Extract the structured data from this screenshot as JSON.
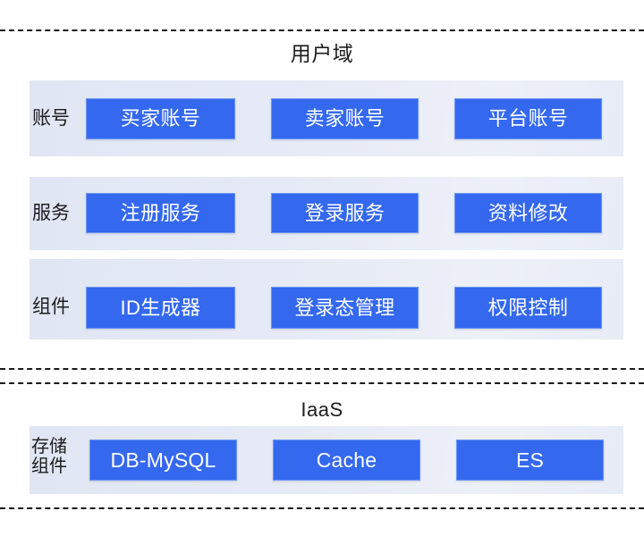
{
  "diagram": {
    "background_color": "#ffffff",
    "box_color": "#3468ef",
    "box_border_color": "#6e95f4",
    "band_color": "#e6eaf6",
    "divider_color": "#1a1a1a",
    "text_color": "#1c1c1c",
    "box_text_color": "#ffffff"
  },
  "zones": [
    {
      "title": "用户域",
      "rows": [
        {
          "label": "账号",
          "boxes": [
            {
              "label": "买家账号"
            },
            {
              "label": "卖家账号"
            },
            {
              "label": "平台账号"
            }
          ]
        },
        {
          "label": "服务",
          "boxes": [
            {
              "label": "注册服务"
            },
            {
              "label": "登录服务"
            },
            {
              "label": "资料修改"
            }
          ]
        },
        {
          "label": "组件",
          "boxes": [
            {
              "label": "ID生成器"
            },
            {
              "label": "登录态管理"
            },
            {
              "label": "权限控制"
            }
          ]
        }
      ]
    },
    {
      "title": "IaaS",
      "rows": [
        {
          "label_line_1": "存储",
          "label_line_2": "组件",
          "boxes": [
            {
              "label": "DB-MySQL"
            },
            {
              "label": "Cache"
            },
            {
              "label": "ES"
            }
          ]
        }
      ]
    }
  ]
}
